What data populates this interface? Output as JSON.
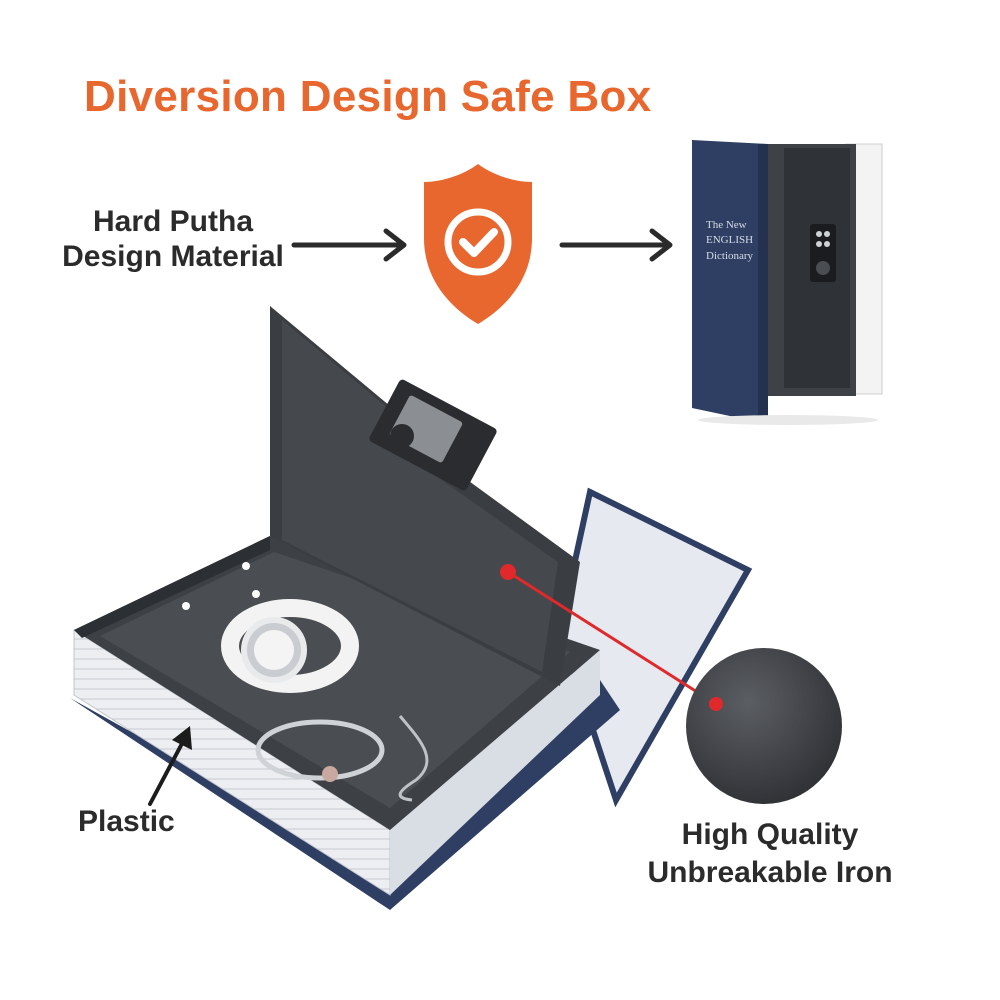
{
  "title": "Diversion Design Safe Box",
  "labels": {
    "material_line1": "Hard Putha",
    "material_line2": "Design Material",
    "plastic": "Plastic",
    "iron_line1": "High Quality",
    "iron_line2": "Unbreakable Iron"
  },
  "book_cover": {
    "line1": "The New",
    "line2": "ENGLISH",
    "line3": "Dictionary"
  },
  "icons": [
    "shield-check-icon",
    "arrow-right-icon",
    "arrow-pointer-icon",
    "callout-dot-icon"
  ],
  "colors": {
    "accent": "#e8672e",
    "text": "#2b2b2b",
    "book_blue": "#2e3f63",
    "iron_gray": "#3a3d42",
    "callout_red": "#e0292a"
  }
}
